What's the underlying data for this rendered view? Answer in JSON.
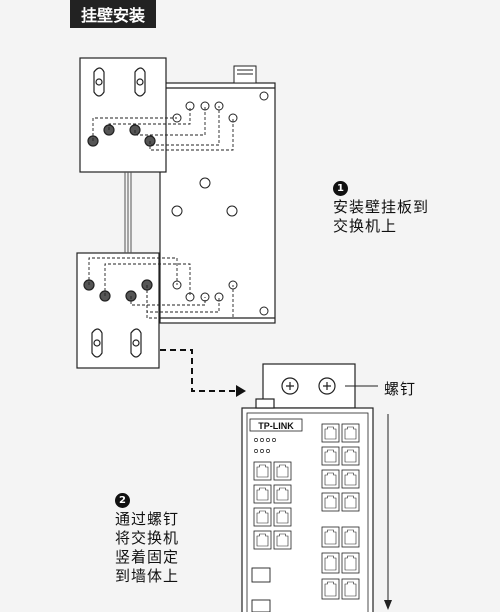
{
  "section_title": "挂壁安装",
  "step1": {
    "number": "1",
    "lines": [
      "安装壁挂板到",
      "交换机上"
    ]
  },
  "step2": {
    "number": "2",
    "lines": [
      "通过螺钉",
      "将交换机",
      "竖着固定",
      "到墙体上"
    ]
  },
  "screw_label": "螺钉",
  "device": {
    "brand": "TP-LINK"
  }
}
